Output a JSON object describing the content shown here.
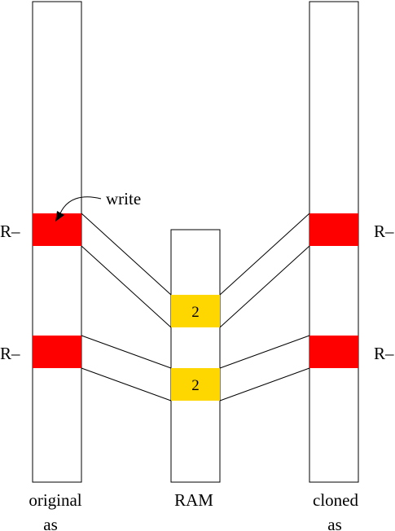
{
  "diagram": {
    "annotation_write": "write",
    "left_column_label": [
      "original",
      "as"
    ],
    "middle_column_label": "RAM",
    "right_column_label": [
      "cloned",
      "as"
    ],
    "page_marker": "R–",
    "frames": [
      {
        "refcount": "2"
      },
      {
        "refcount": "2"
      }
    ],
    "colors": {
      "page_fill": "#ff0000",
      "frame_fill": "#ffd700",
      "stroke": "#000000",
      "background": "#ffffff"
    }
  }
}
